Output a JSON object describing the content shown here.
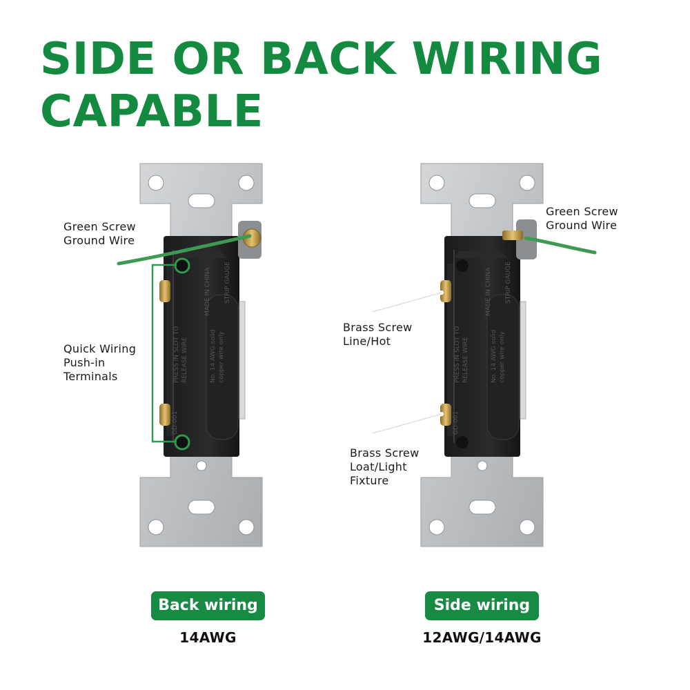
{
  "headline": {
    "line1": "SIDE OR BACK WIRING",
    "line2": "CAPABLE"
  },
  "back_wiring": {
    "callouts": {
      "ground": [
        "Green Screw",
        "Ground Wire"
      ],
      "pushin": [
        "Quick Wiring",
        "Push-in",
        "Terminals"
      ]
    },
    "badge": "Back wiring",
    "gauge": "14AWG"
  },
  "side_wiring": {
    "callouts": {
      "ground": [
        "Green Screw",
        "Ground Wire"
      ],
      "line": [
        "Brass Screw",
        "Line/Hot"
      ],
      "load": [
        "Brass Screw",
        "Loat/Light",
        "Fixture"
      ]
    },
    "badge": "Side wiring",
    "gauge": "12AWG/14AWG"
  },
  "switch_body_text": {
    "press": "PRESS IN SLOT TO",
    "release": "RELEASE WIRE",
    "spec": "No. 14 AWG solid",
    "copper": "copper wire only",
    "made": "MADE IN CHINA",
    "strip": "STRIP GAUGE",
    "model": "GD-001"
  },
  "colors": {
    "brand_green": "#138a3f",
    "badge_green": "#178a43",
    "ground_wire": "#3e9a52"
  }
}
